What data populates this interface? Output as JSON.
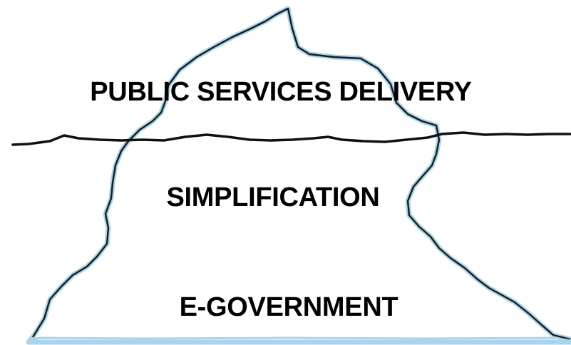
{
  "diagram": {
    "layers": [
      {
        "id": "tip",
        "label": "PUBLIC SERVICES DELIVERY"
      },
      {
        "id": "middle",
        "label": "SIMPLIFICATION"
      },
      {
        "id": "base",
        "label": "E-GOVERNMENT"
      }
    ],
    "colors": {
      "ice_glow": "#a9d4ea",
      "outline": "#1a1a1a",
      "waterline": "#111111",
      "background": "#ffffff"
    }
  }
}
